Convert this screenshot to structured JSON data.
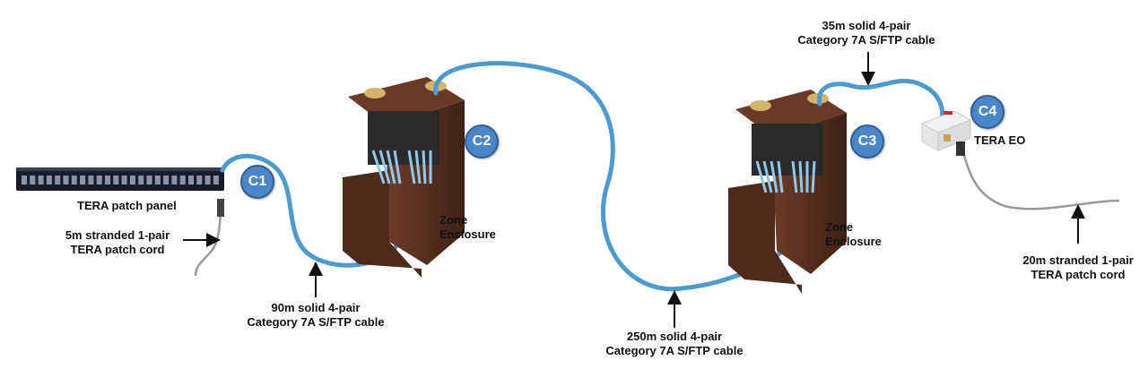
{
  "connectors": {
    "c1": "C1",
    "c2": "C2",
    "c3": "C3",
    "c4": "C4"
  },
  "labels": {
    "patch_panel": "TERA patch panel",
    "cord_left_line1": "5m stranded 1-pair",
    "cord_left_line2": "TERA patch cord",
    "cable_90_line1": "90m solid 4-pair",
    "cable_90_line2": "Category 7A S/FTP cable",
    "zone1_line1": "Zone",
    "zone1_line2": "Enclosure",
    "cable_250_line1": "250m solid 4-pair",
    "cable_250_line2": "Category 7A S/FTP cable",
    "zone2_line1": "Zone",
    "zone2_line2": "Enclosure",
    "cable_35_line1": "35m solid 4-pair",
    "cable_35_line2": "Category 7A S/FTP cable",
    "tera_eo": "TERA EO",
    "cord_right_line1": "20m stranded 1-pair",
    "cord_right_line2": "TERA patch cord"
  },
  "colors": {
    "cable_blue": "#4a9bd0",
    "connector_badge": "#4a86c8",
    "enclosure_brown": "#5a3222",
    "patch_cord_gray": "#9a9a9a"
  },
  "icons": {
    "patch_panel": "patch-panel-icon",
    "zone_enclosure": "zone-enclosure-icon",
    "outlet": "tera-outlet-icon"
  }
}
